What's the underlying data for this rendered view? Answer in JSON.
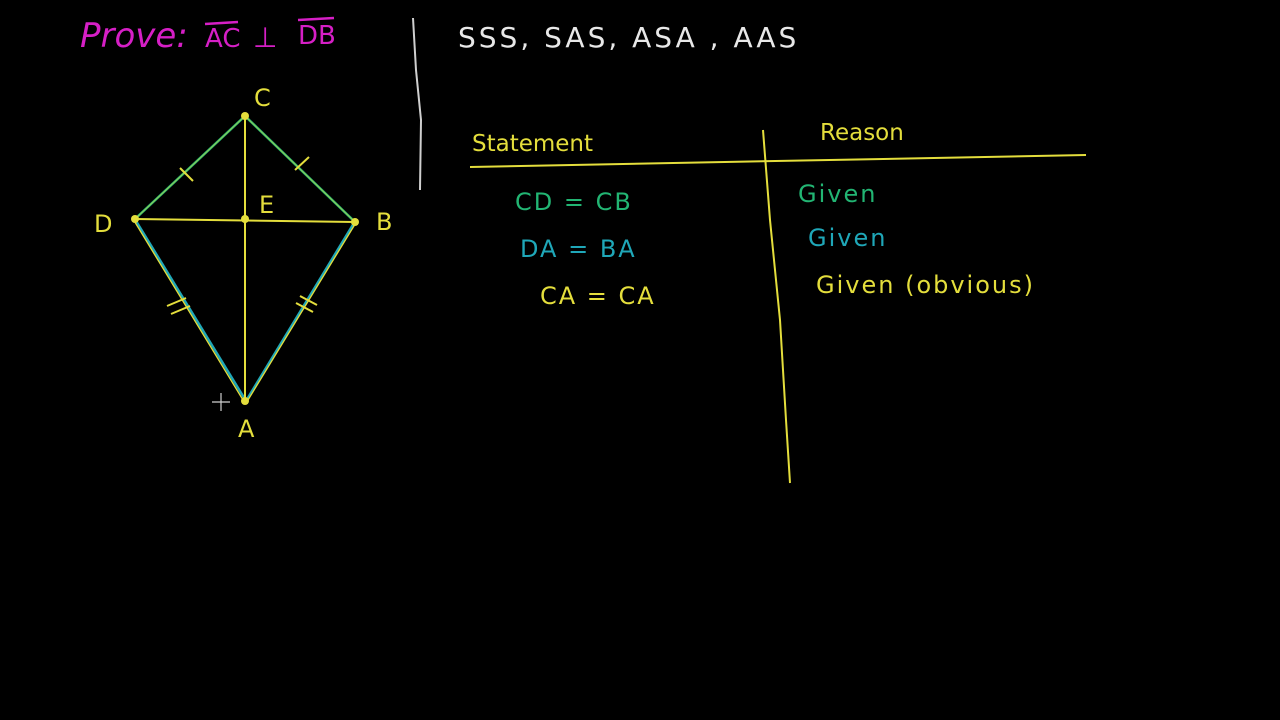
{
  "prove": {
    "label": "Prove:",
    "seg1": "AC",
    "perp": "⊥",
    "seg2": "DB"
  },
  "criteria": "SSS, SAS, ASA , AAS",
  "figure": {
    "points": {
      "C": "C",
      "D": "D",
      "B": "B",
      "E": "E",
      "A": "A"
    }
  },
  "table": {
    "statement_header": "Statement",
    "reason_header": "Reason",
    "rows": [
      {
        "statement": "CD = CB",
        "reason": "Given"
      },
      {
        "statement": "DA = BA",
        "reason": "Given"
      },
      {
        "statement": "CA = CA",
        "reason": "Given (obvious)"
      }
    ]
  },
  "colors": {
    "background": "#000000",
    "magenta": "#d61fc6",
    "yellow": "#e4de3c",
    "green": "#22b573",
    "teal": "#1fa7b8",
    "white": "#e8e8e8",
    "divider": "#cfcfcf"
  }
}
